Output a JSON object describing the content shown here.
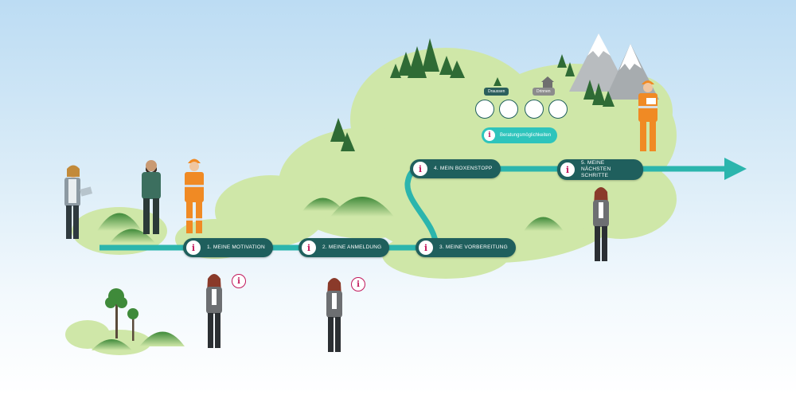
{
  "steps": [
    {
      "label": "1. Meine Motivation"
    },
    {
      "label": "2. Meine Anmeldung"
    },
    {
      "label": "3. Meine Vorbereitung"
    },
    {
      "label": "4. Mein Boxenstopp"
    },
    {
      "label": "5. Meine nächsten Schritte"
    }
  ],
  "callout": {
    "label": "Beratungsmöglichkeiten"
  },
  "tags": {
    "left": "Draussen",
    "right": "Drinnen"
  },
  "info_symbol": "i",
  "colors": {
    "track": "#2bb5ad",
    "button": "#1f5f5d",
    "hill": "#cfe7a8",
    "accent": "#c2185b",
    "sky": "#bcdcf3"
  }
}
